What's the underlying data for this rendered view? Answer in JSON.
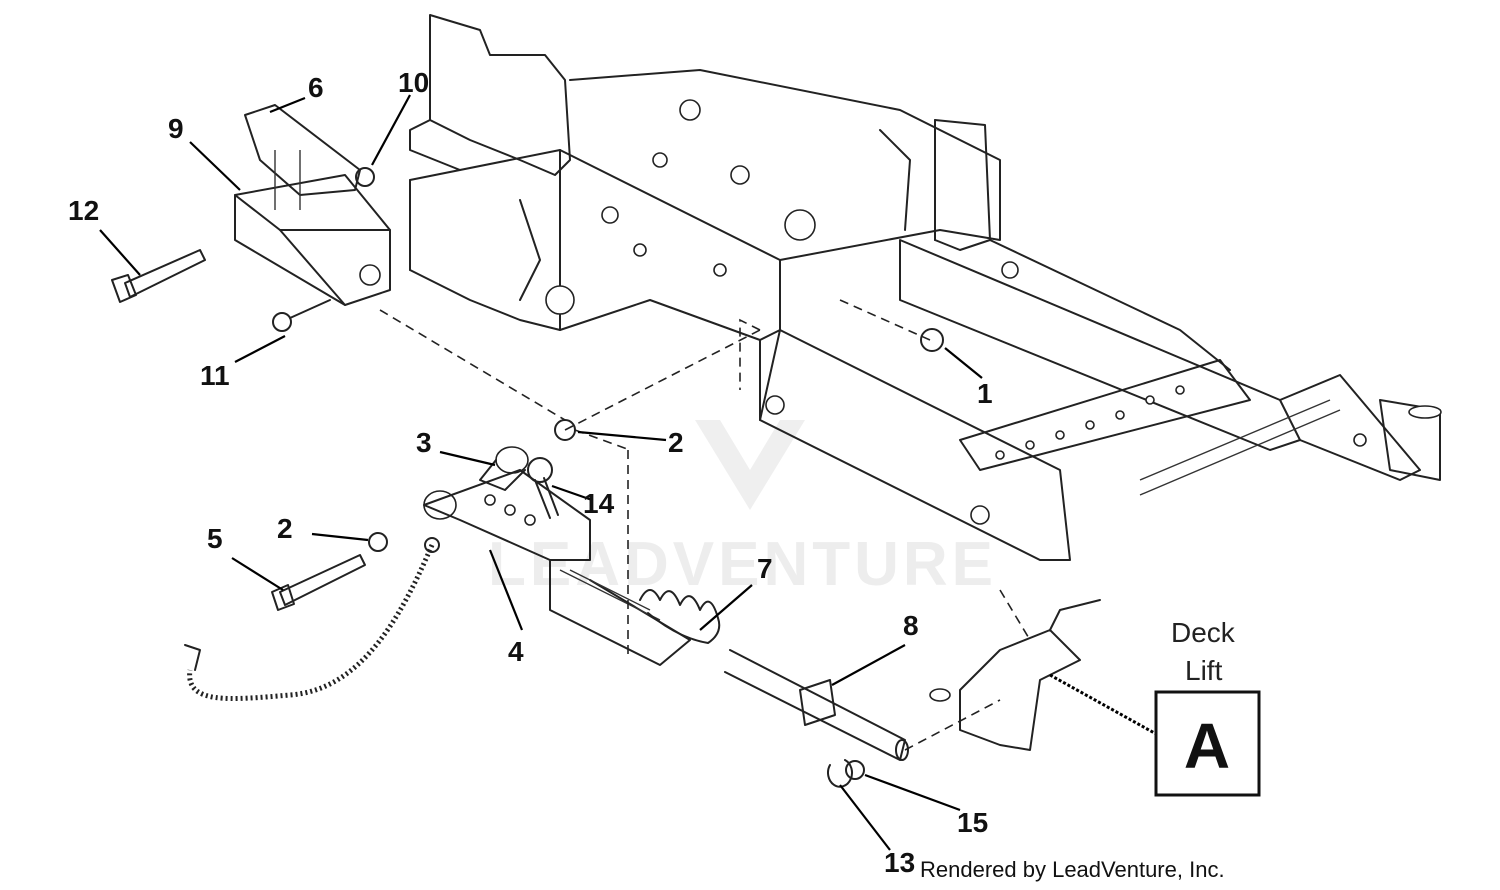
{
  "callouts": {
    "c1": "1",
    "c2a": "2",
    "c2b": "2",
    "c3": "3",
    "c4": "4",
    "c5": "5",
    "c6": "6",
    "c7": "7",
    "c8": "8",
    "c9": "9",
    "c10": "10",
    "c11": "11",
    "c12": "12",
    "c13": "13",
    "c14": "14",
    "c15": "15"
  },
  "deck_lift": {
    "line1": "Deck",
    "line2": "Lift",
    "ref_letter": "A"
  },
  "credit": "Rendered by LeadVenture, Inc.",
  "watermark": "LEADVENTURE"
}
